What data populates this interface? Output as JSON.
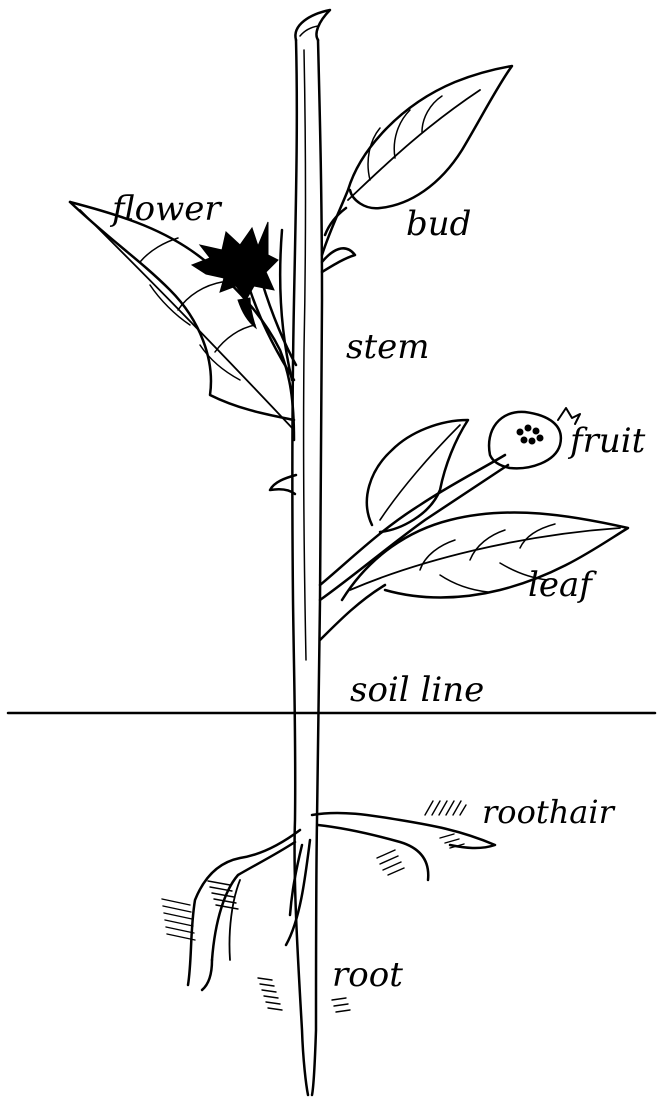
{
  "diagram": {
    "labels": {
      "flower": "flower",
      "bud": "bud",
      "stem": "stem",
      "fruit": "fruit",
      "leaf": "leaf",
      "soil_line": "soil line",
      "root_hair": "roothair",
      "root": "root"
    },
    "colors": {
      "ink": "#000000",
      "background": "#ffffff"
    }
  }
}
